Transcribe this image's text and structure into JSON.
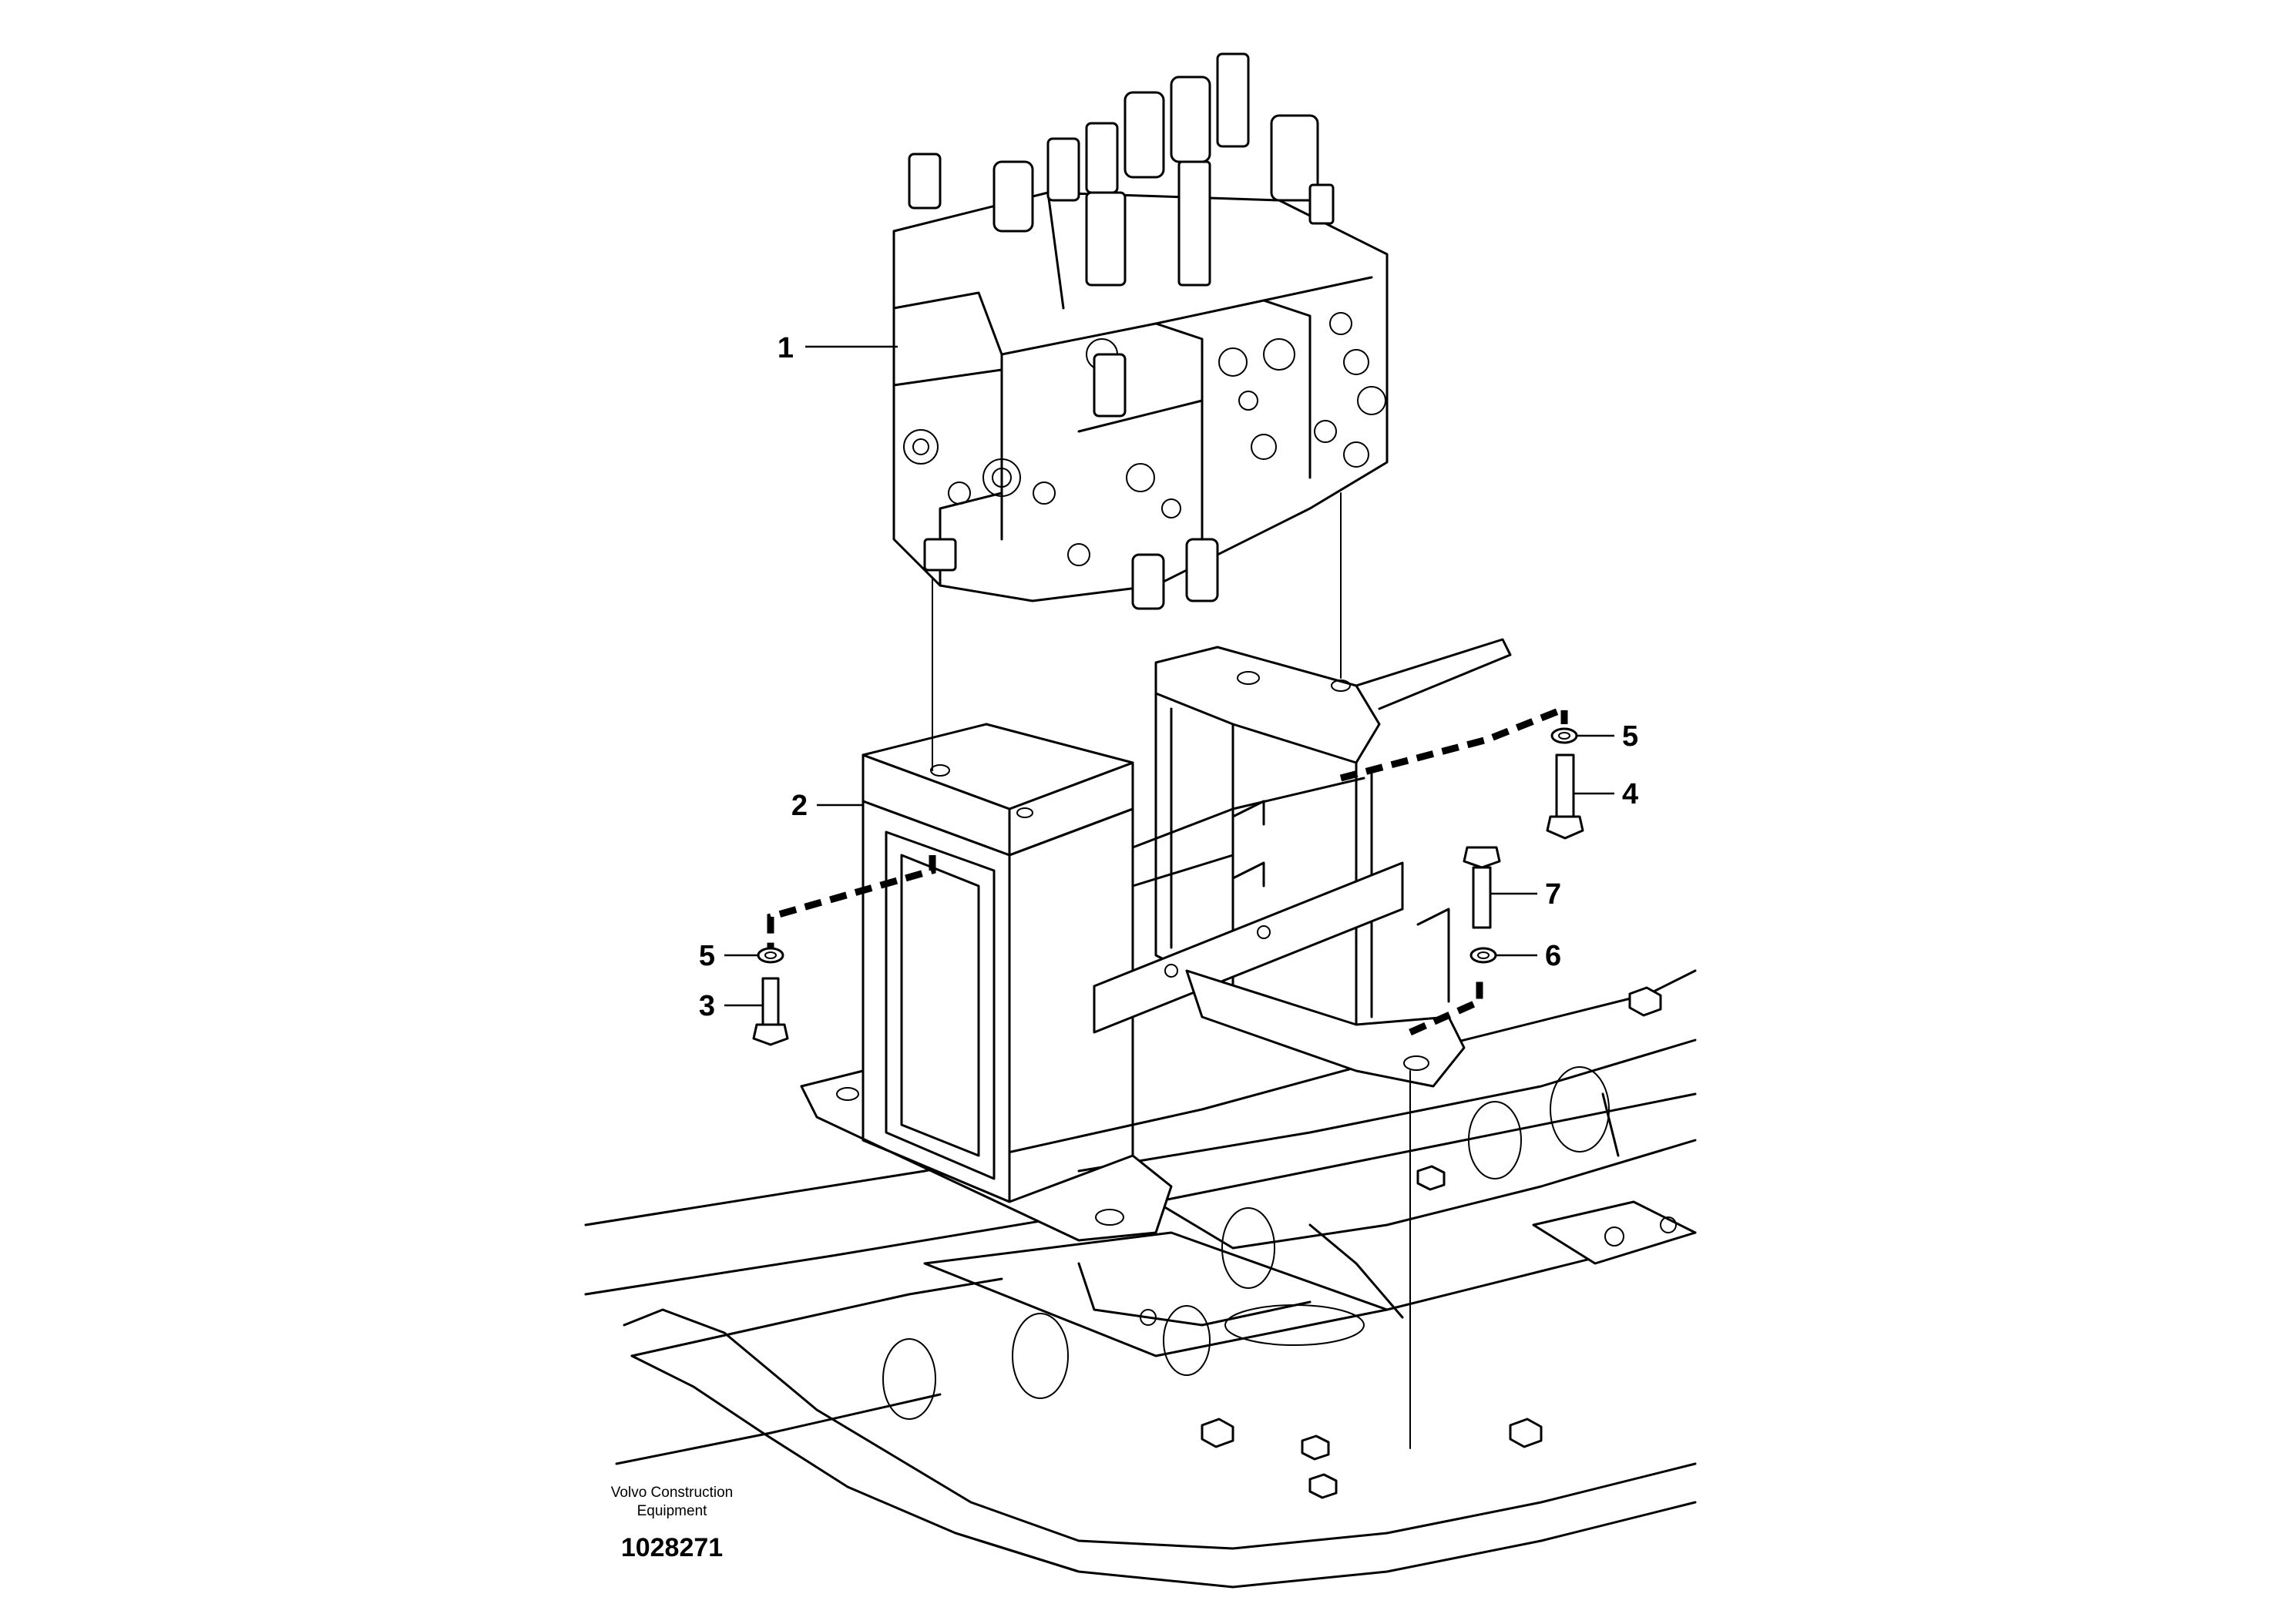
{
  "diagram": {
    "callouts": [
      {
        "id": "1",
        "label": "1"
      },
      {
        "id": "2",
        "label": "2"
      },
      {
        "id": "3",
        "label": "3"
      },
      {
        "id": "4",
        "label": "4"
      },
      {
        "id": "5a",
        "label": "5"
      },
      {
        "id": "5b",
        "label": "5"
      },
      {
        "id": "6",
        "label": "6"
      },
      {
        "id": "7",
        "label": "7"
      }
    ],
    "credit": {
      "line1": "Volvo Construction",
      "line2": "Equipment",
      "reference": "1028271"
    }
  }
}
